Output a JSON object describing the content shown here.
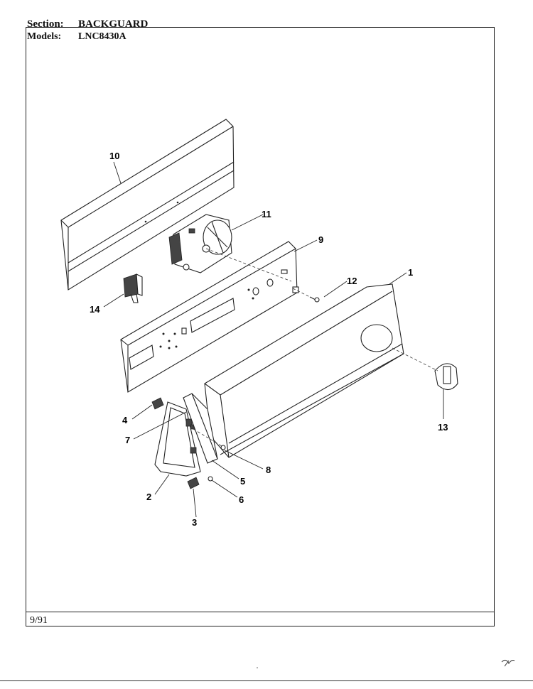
{
  "header": {
    "section_label": "Section:",
    "section_value": "BACKGUARD",
    "models_label": "Models:",
    "models_value": "LNC8430A"
  },
  "footer": {
    "date": "9/91"
  },
  "callouts": {
    "c1": "1",
    "c2": "2",
    "c3": "3",
    "c4": "4",
    "c5": "5",
    "c6": "6",
    "c7": "7",
    "c8": "8",
    "c9": "9",
    "c10": "10",
    "c11": "11",
    "c12": "12",
    "c13": "13",
    "c14": "14"
  }
}
